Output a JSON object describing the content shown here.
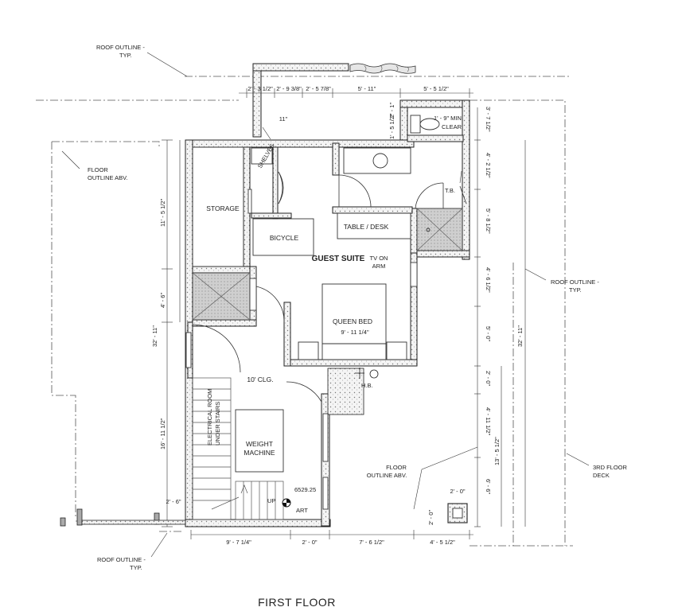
{
  "title": "FIRST FLOOR",
  "rooms": {
    "guest_suite": "GUEST SUITE",
    "storage": "STORAGE",
    "bicycle": "BICYCLE",
    "table_desk": "TABLE / DESK",
    "queen_bed": "QUEEN BED",
    "queen_bed_dim": "9' - 11 1/4\"",
    "tv_on_arm": [
      "TV ON",
      "ARM"
    ],
    "shelves": "SHELVES",
    "clg": "10' CLG.",
    "electrical": [
      "ELECTRICAL ROOM",
      "UNDER STAIRS"
    ],
    "weight_machine": [
      "WEIGHT",
      "MACHINE"
    ],
    "up": "UP",
    "art": "ART",
    "tb": "T.B.",
    "hb": "H.B.",
    "clear": [
      "1' - 9\" MIN.",
      "CLEAR"
    ],
    "elevation": "6529.25"
  },
  "notes": {
    "roof_outline_top": [
      "ROOF OUTLINE -",
      "TYP."
    ],
    "floor_outline_left": [
      "FLOOR",
      "OUTLINE ABV."
    ],
    "roof_outline_right": [
      "ROOF OUTLINE -",
      "TYP."
    ],
    "floor_outline_bottom": [
      "FLOOR",
      "OUTLINE ABV."
    ],
    "deck": [
      "3RD FLOOR",
      "DECK"
    ],
    "roof_outline_bottom": [
      "ROOF OUTLINE -",
      "TYP."
    ]
  },
  "dims": {
    "top": [
      "2' - 3 1/2\"",
      "2' - 9 3/8\"",
      "2' - 5 7/8\"",
      "5' - 11\"",
      "5' - 5 1/2\""
    ],
    "top_small": [
      "11\"",
      "1' - 5 1/2\"",
      "2' - 1\""
    ],
    "left": [
      "11' - 5 1/2\"",
      "4' - 6\"",
      "16' - 11 1/2\"",
      "32' - 11\""
    ],
    "right_inner": [
      "3' - 7 1/2\"",
      "4' - 2 1/2\"",
      "5' - 8 1/2\"",
      "4' - 6 1/2\"",
      "5' - 0\"",
      "2' - 0\"",
      "4' - 11 1/2\"",
      "6' - 6\""
    ],
    "right_outer": [
      "32' - 11\"",
      "13' - 5 1/2\""
    ],
    "bottom": [
      "9' - 7 1/4\"",
      "2' - 0\"",
      "7' - 6 1/2\"",
      "4' - 5 1/2\""
    ],
    "misc": [
      "2' - 6\"",
      "2' - 0\"",
      "2' - 0\""
    ]
  }
}
